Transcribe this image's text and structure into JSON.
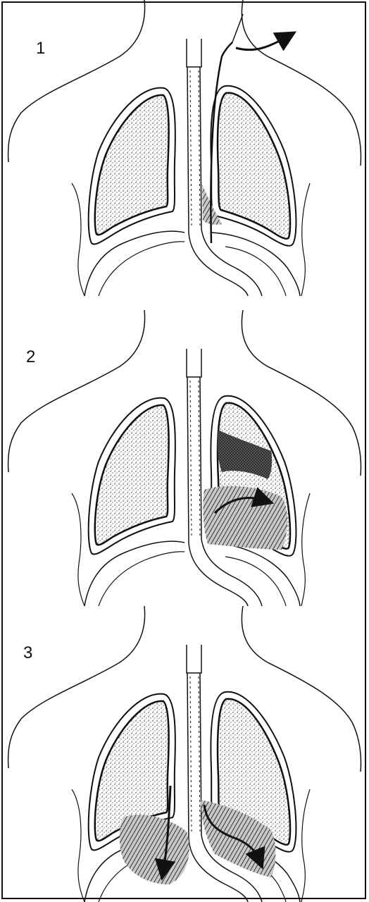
{
  "panels": [
    {
      "label": "1"
    },
    {
      "label": "2"
    },
    {
      "label": "3"
    }
  ],
  "colors": {
    "ink": "#111111",
    "paper": "#ffffff"
  }
}
